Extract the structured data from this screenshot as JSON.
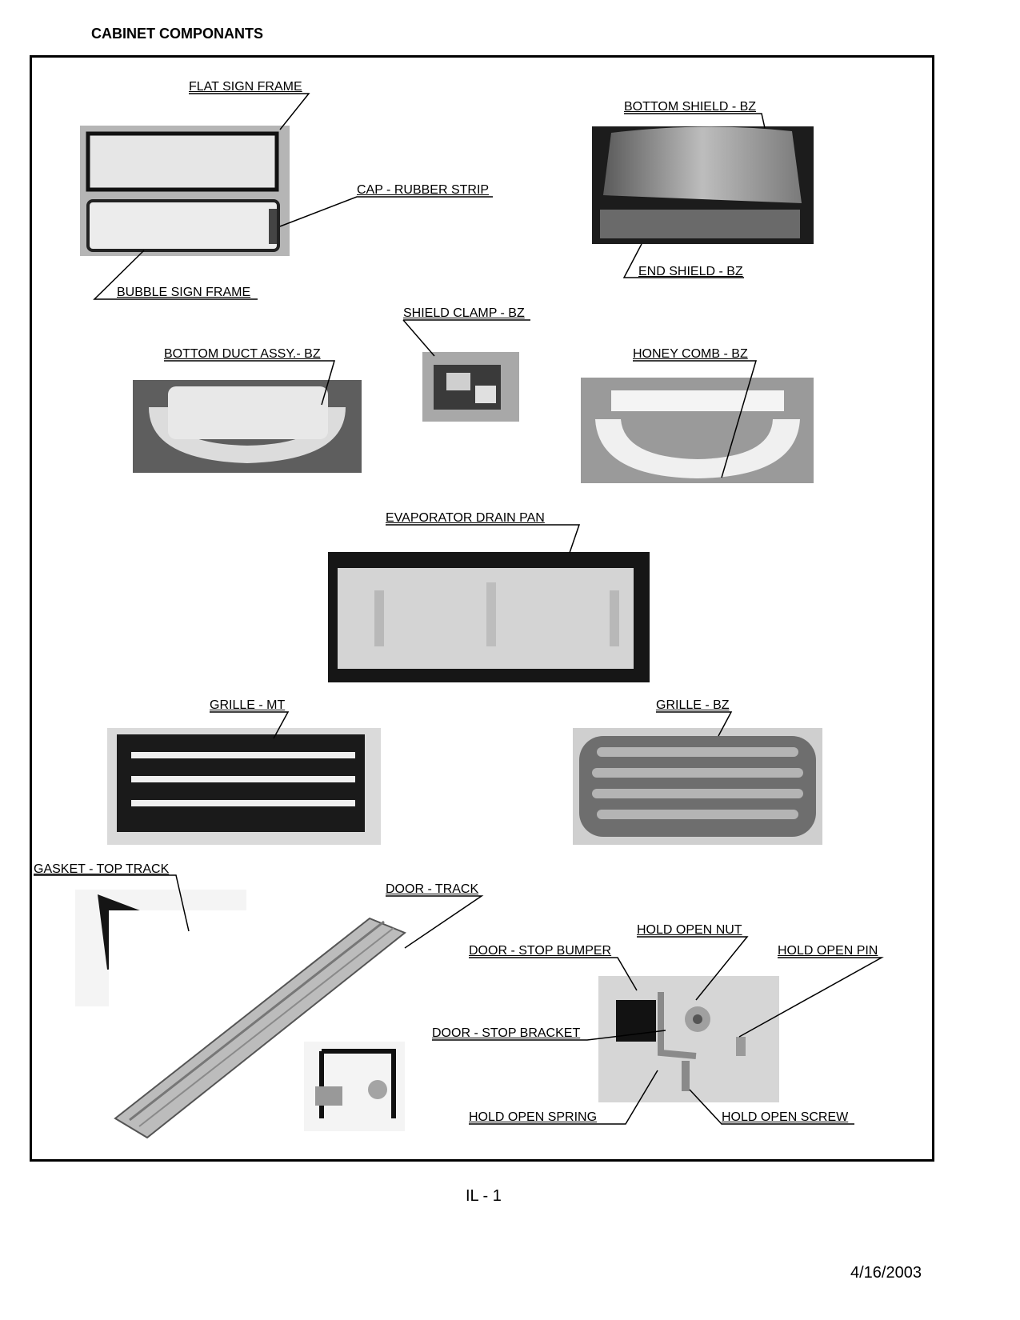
{
  "header": {
    "title": "CABINET COMPONANTS"
  },
  "labels": {
    "flat_sign_frame": "FLAT SIGN FRAME",
    "cap_rubber_strip": "CAP - RUBBER STRIP",
    "bubble_sign_frame": "BUBBLE SIGN FRAME",
    "bottom_shield": "BOTTOM SHIELD - BZ",
    "end_shield": "END SHIELD - BZ",
    "shield_clamp": "SHIELD CLAMP - BZ",
    "bottom_duct_assy": "BOTTOM DUCT ASSY.-  BZ",
    "honey_comb": "HONEY COMB  - BZ",
    "evaporator_drain_pan": "EVAPORATOR DRAIN PAN",
    "grille_mt": "GRILLE - MT",
    "grille_bz": "GRILLE - BZ",
    "gasket_top_track": "GASKET - TOP TRACK",
    "door_track": "DOOR - TRACK",
    "hold_open_nut": "HOLD OPEN NUT",
    "door_stop_bumper": "DOOR - STOP BUMPER",
    "hold_open_pin": "HOLD OPEN PIN",
    "door_stop_bracket": "DOOR - STOP BRACKET",
    "hold_open_spring": "HOLD OPEN SPRING",
    "hold_open_screw": "HOLD OPEN SCREW"
  },
  "footer": {
    "page_number": "IL - 1",
    "date": "4/16/2003"
  }
}
